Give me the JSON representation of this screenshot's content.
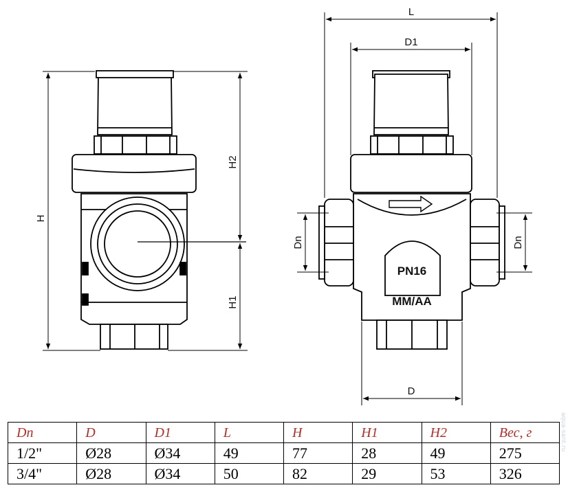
{
  "dimensions": {
    "L": "L",
    "D1": "D1",
    "D": "D",
    "H": "H",
    "H1": "H1",
    "H2": "H2",
    "Dn": "Dn"
  },
  "body_marks": {
    "pressure": "PN16",
    "code": "MM/AA"
  },
  "table": {
    "headers": [
      "Dn",
      "D",
      "D1",
      "L",
      "H",
      "H1",
      "H2",
      "Вес, г"
    ],
    "rows": [
      [
        "1/2\"",
        "Ø28",
        "Ø34",
        "49",
        "77",
        "28",
        "49",
        "275"
      ],
      [
        "3/4\"",
        "Ø28",
        "Ø34",
        "50",
        "82",
        "29",
        "53",
        "326"
      ]
    ]
  },
  "watermark": "aqua-sant.ru"
}
